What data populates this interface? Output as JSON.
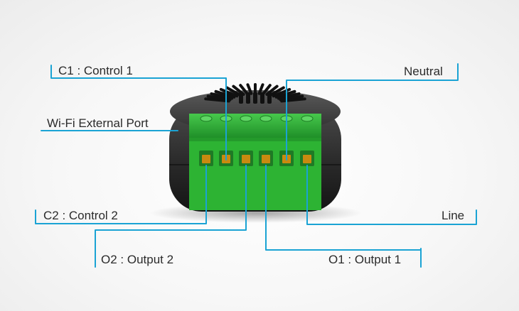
{
  "labels": {
    "c1": "C1 : Control 1",
    "wifi": "Wi-Fi External Port",
    "c2": "C2 : Control 2",
    "o2": "O2 : Output 2",
    "neutral": "Neutral",
    "line": "Line",
    "o1": "O1 : Output 1"
  },
  "colors": {
    "leader_line": "#1aa3d4",
    "terminal_block": "#2eb336",
    "device_body": "#2a2a2a",
    "screw": "#c98a10",
    "text": "#2b2b2b"
  }
}
